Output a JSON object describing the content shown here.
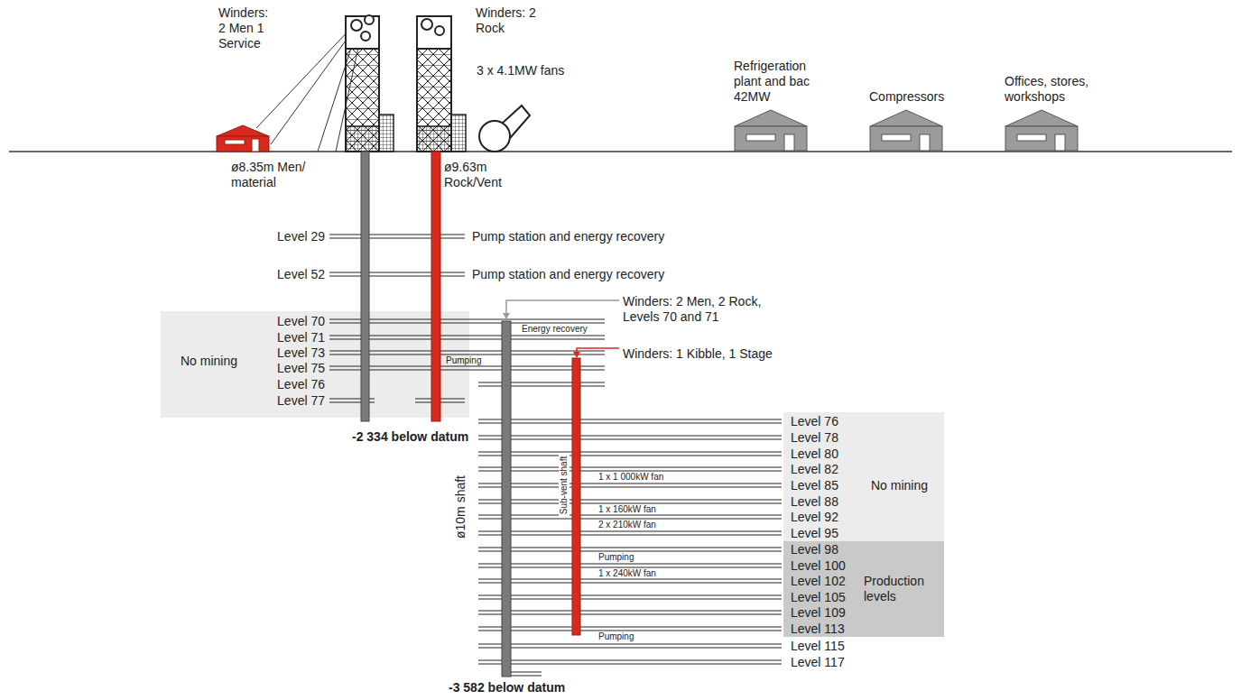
{
  "diagram": {
    "nodes": [
      {
        "text": [
          "Refrigeration plant and bac 42MW"
        ]
      },
      {
        "text": [
          "Compressors"
        ]
      },
      {
        "text": [
          "Offices, stores, workshops"
        ]
      },
      {
        "text": [
          "No mining"
        ]
      },
      {
        "text": [
          "No mining"
        ]
      },
      {
        "text": [
          "Production levels"
        ]
      }
    ],
    "labels": [
      "Winders: 2 Men 1 Service",
      "Winders: 2 Rock",
      "3 x 4.1MW fans",
      "ø8.35m Men/ material",
      "ø9.63m Rock/Vent",
      "Level 29",
      "Pump station and energy recovery",
      "Level 52",
      "Pump station and energy recovery",
      "Winders: 2 Men, 2 Rock, Levels 70 and 71",
      "Energy recovery",
      "Winders: 1 Kibble, 1 Stage",
      "Pumping",
      "Level 70",
      "Level 71",
      "Level 73",
      "Level 75",
      "Level 76",
      "Level 77",
      "-2 334 below datum",
      "ø10m shaft",
      "Sub-vent shaft",
      "Level 76",
      "Level 78",
      "Level 80",
      "Level 82",
      "Level 85",
      "Level 88",
      "Level 92",
      "Level 95",
      "Level 98",
      "Level 100",
      "Level 102",
      "Level 105",
      "Level 109",
      "Level 113",
      "Level 115",
      "Level 117",
      "1 x 1 000kW fan",
      "1 x 160kW fan",
      "2 x 210kW fan",
      "Pumping",
      "1 x 240kW fan",
      "Pumping",
      "-3 582 below datum"
    ]
  }
}
